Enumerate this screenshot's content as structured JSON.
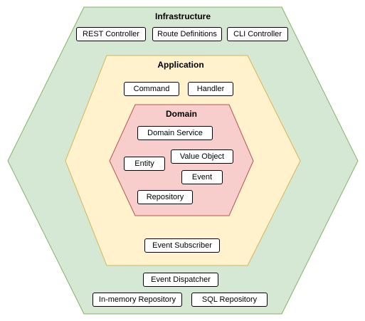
{
  "colors": {
    "infrastructure_fill": "#d5e8d4",
    "infrastructure_stroke": "#82b366",
    "application_fill": "#fff2cc",
    "application_stroke": "#d6b656",
    "domain_fill": "#f8cecc",
    "domain_stroke": "#b85450"
  },
  "infrastructure": {
    "title": "Infrastructure",
    "top_components": [
      "REST Controller",
      "Route Definitions",
      "CLI Controller"
    ],
    "event_dispatcher": "Event Dispatcher",
    "repositories": [
      "In-memory Repository",
      "SQL Repository"
    ]
  },
  "application": {
    "title": "Application",
    "components": [
      "Command",
      "Handler"
    ],
    "event_subscriber": "Event Subscriber"
  },
  "domain": {
    "title": "Domain",
    "domain_service": "Domain Service",
    "entity": "Entity",
    "value_object": "Value Object",
    "event": "Event",
    "repository": "Repository"
  }
}
